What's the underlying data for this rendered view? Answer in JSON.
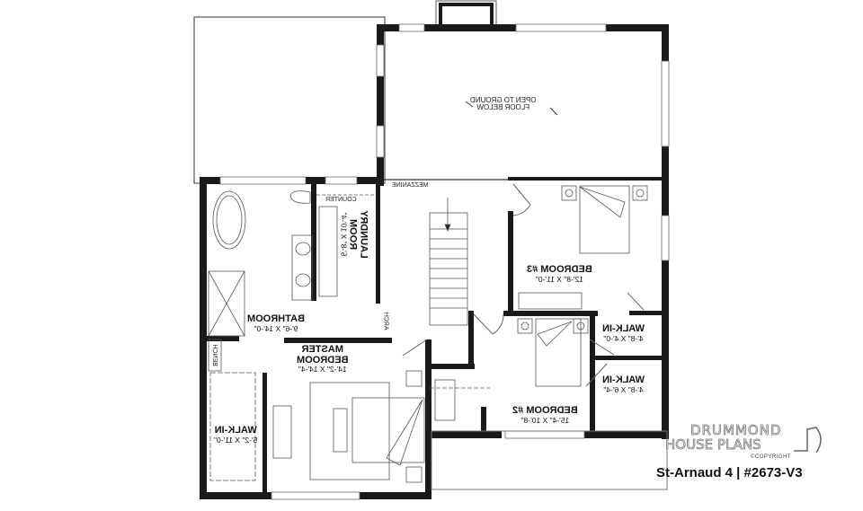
{
  "plan": {
    "title": "St-Arnaud 4 | #2673-V3",
    "brand": {
      "line1": "DRUMMOND",
      "line2": "HOUSE PLANS",
      "copyright": "©COPYRIGHT"
    },
    "colors": {
      "wall": "#1a1a1a",
      "line": "#555555",
      "window": "#888888"
    },
    "areas": {
      "open_below": {
        "line1": "OPEN TO GROUND",
        "line2": "FLOOR BELOW"
      },
      "mezzanine": "MEZZANINE",
      "counter": "COUNTER",
      "arch": "ARCH",
      "bench": "BENCH"
    },
    "rooms": [
      {
        "id": "laundry",
        "name_line1": "LAUNDRY",
        "name_line2": "ROOM",
        "dim": "5'-8\" X 10'-4\""
      },
      {
        "id": "bathroom",
        "name": "BATHROOM",
        "dim": "9'-6\" X 14'-0\""
      },
      {
        "id": "master",
        "name_line1": "MASTER",
        "name_line2": "BEDROOM",
        "dim": "14'-2\" X 14'-4\""
      },
      {
        "id": "walkin-master",
        "name": "WALK-IN",
        "dim": "5'-2\" X 11'-0\""
      },
      {
        "id": "bedroom3",
        "name": "BEDROOM #3",
        "dim": "12'-8\" X 11'-0\""
      },
      {
        "id": "walkin-1",
        "name": "WALK-IN",
        "dim": "4'-8\" X 4'-0\""
      },
      {
        "id": "walkin-2",
        "name": "WALK-IN",
        "dim": "4'-8\" X 6'-4\""
      },
      {
        "id": "bedroom2",
        "name": "BEDROOM #2",
        "dim": "15'-4\" X 10'-8\""
      }
    ]
  }
}
